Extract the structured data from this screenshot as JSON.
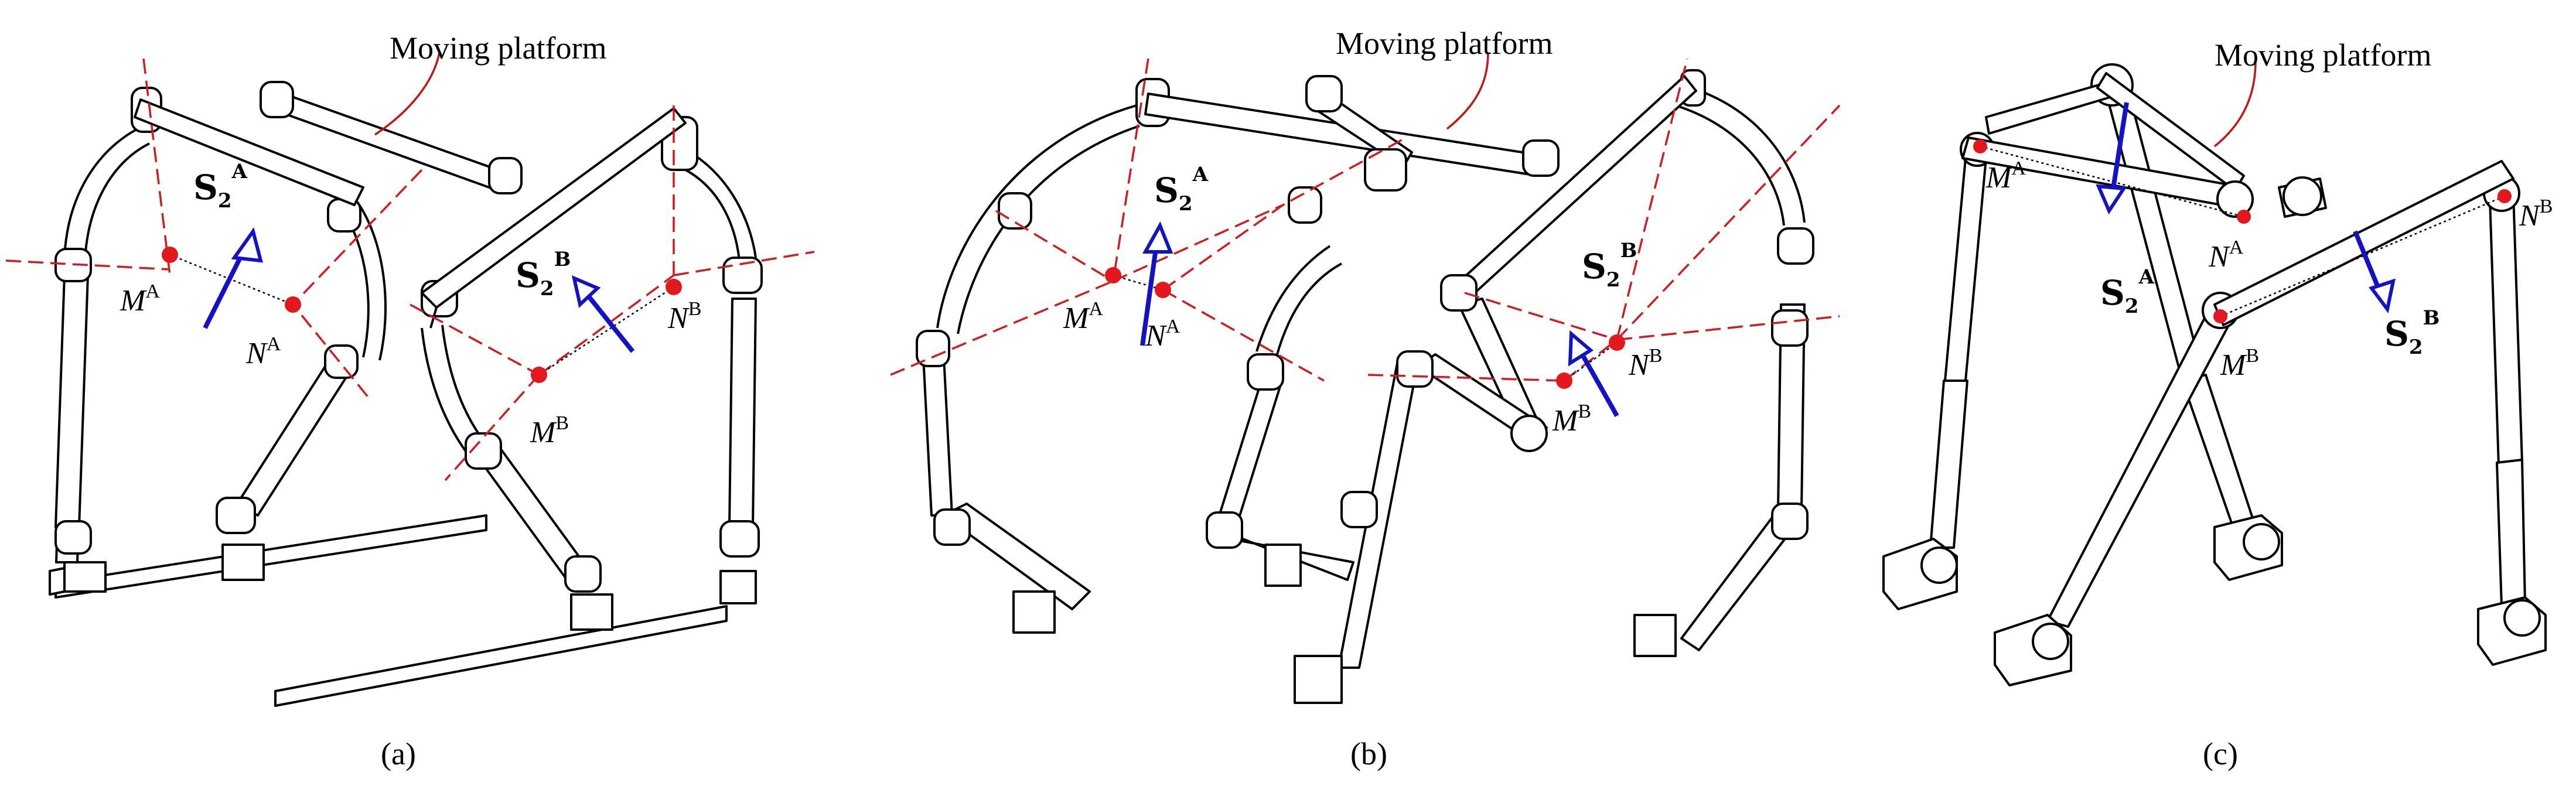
{
  "panels": [
    {
      "caption": "(a)",
      "platform_label": "Moving platform",
      "point_labels": {
        "MA": "M",
        "MA_sup": "A",
        "NA": "N",
        "NA_sup": "A",
        "MB": "M",
        "MB_sup": "B",
        "NB": "N",
        "NB_sup": "B"
      },
      "screw_labels": {
        "SA": "S",
        "SA_sub": "2",
        "SA_sup": "A",
        "SB": "S",
        "SB_sub": "2",
        "SB_sup": "B"
      }
    },
    {
      "caption": "(b)",
      "platform_label": "Moving platform",
      "point_labels": {
        "MA": "M",
        "MA_sup": "A",
        "NA": "N",
        "NA_sup": "A",
        "MB": "M",
        "MB_sup": "B",
        "NB": "N",
        "NB_sup": "B"
      },
      "screw_labels": {
        "SA": "S",
        "SA_sub": "2",
        "SA_sup": "A",
        "SB": "S",
        "SB_sub": "2",
        "SB_sup": "B"
      }
    },
    {
      "caption": "(c)",
      "platform_label": "Moving platform",
      "point_labels": {
        "MA": "M",
        "MA_sup": "A",
        "NA": "N",
        "NA_sup": "A",
        "MB": "M",
        "MB_sup": "B",
        "NB": "N",
        "NB_sup": "B"
      },
      "screw_labels": {
        "SA": "S",
        "SA_sub": "2",
        "SA_sup": "A",
        "SB": "S",
        "SB_sub": "2",
        "SB_sup": "B"
      }
    }
  ],
  "colors": {
    "axis": "#d41a1a",
    "point": "#e3171c",
    "arrow": "#1212c8",
    "line": "#000000"
  }
}
